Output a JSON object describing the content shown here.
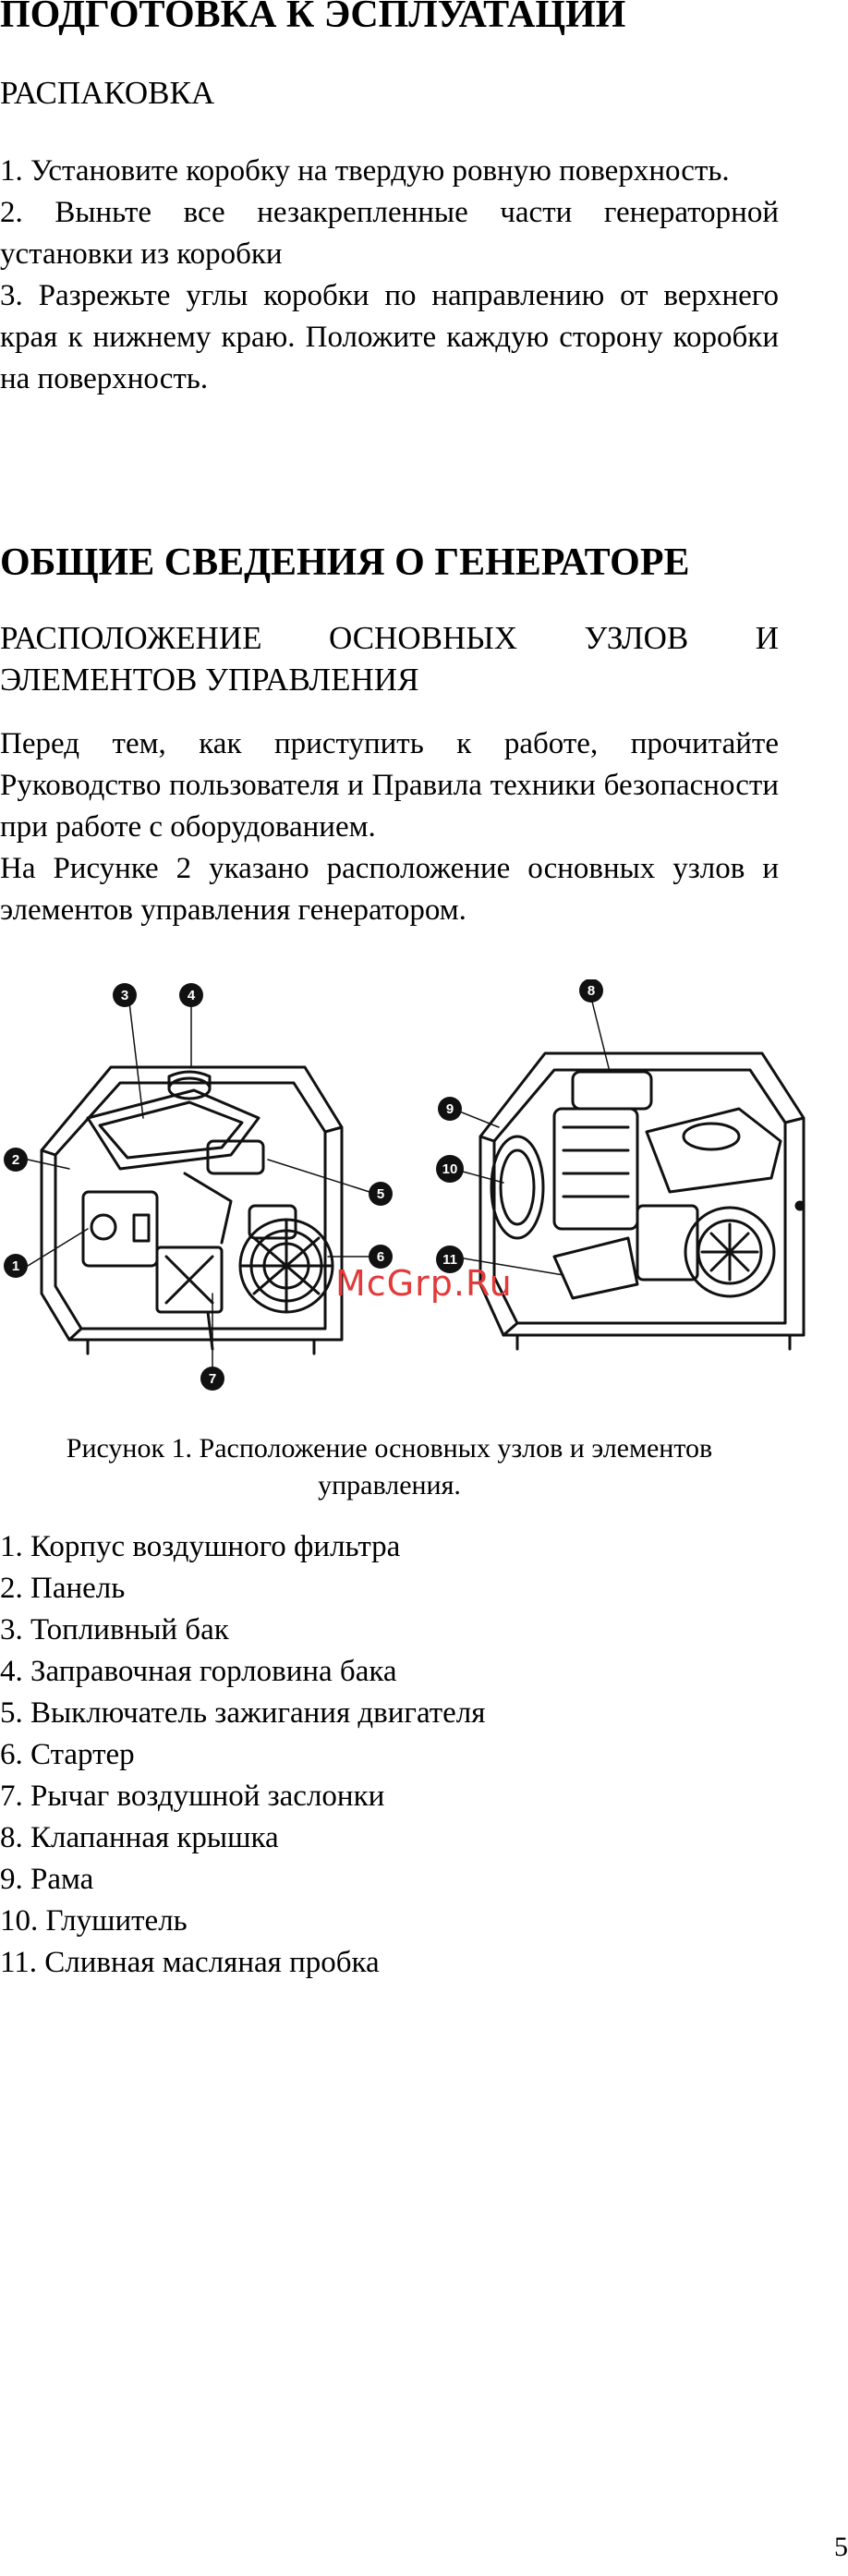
{
  "sections": {
    "prep_title": "ПОДГОТОВКА К ЭСПЛУАТАЦИИ",
    "unpack_subtitle": "РАСПАКОВКА",
    "unpack_steps": "1. Установите коробку на твердую ровную поверхность.\n2. Выньте все незакрепленные части генераторной установки из коробки\n3. Разрежьте углы коробки по направлению от верхнего края к нижнему краю. Положите каждую сторону коробки на поверхность.",
    "general_title": "ОБЩИЕ СВЕДЕНИЯ О ГЕНЕРАТОРЕ",
    "layout_subtitle": "РАСПОЛОЖЕНИЕ ОСНОВНЫХ УЗЛОВ И ЭЛЕМЕНТОВ УПРАВЛЕНИЯ",
    "intro_text": "Перед тем, как приступить к работе, прочитайте Руководство пользователя и Правила техники безопасности при работе с оборудованием.\nНа Рисунке 2 указано расположение основных узлов и элементов управления генератором."
  },
  "figure": {
    "callouts": [
      "1",
      "2",
      "3",
      "4",
      "5",
      "6",
      "7",
      "8",
      "9",
      "10",
      "11"
    ],
    "watermark": "McGrp.Ru",
    "caption": "Рисунок 1. Расположение основных узлов и элементов управления."
  },
  "legend": [
    "1. Корпус воздушного фильтра",
    "2. Панель",
    "3. Топливный бак",
    "4. Заправочная горловина бака",
    "5. Выключатель зажигания двигателя",
    "6. Стартер",
    "7. Рычаг воздушной заслонки",
    "8. Клапанная крышка",
    "9. Рама",
    "10. Глушитель",
    "11. Сливная масляная пробка"
  ],
  "page_number": "5"
}
